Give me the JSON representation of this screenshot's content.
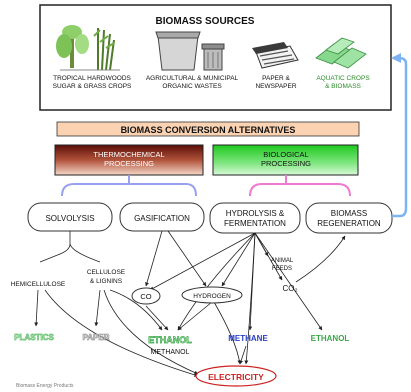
{
  "sources": {
    "title": "BIOMASS SOURCES",
    "items": [
      {
        "line1": "TROPICAL HARDWOODS",
        "line2": "SUGAR & GRASS CROPS"
      },
      {
        "line1": "AGRICULTURAL & MUNICIPAL",
        "line2": "ORGANIC WASTES"
      },
      {
        "line1": "PAPER &",
        "line2": "NEWSPAPER"
      },
      {
        "line1": "AQUATIC CROPS",
        "line2": "& BIOMASS"
      }
    ]
  },
  "conversion_title": "BIOMASS CONVERSION ALTERNATIVES",
  "thermo": {
    "line1": "THERMOCHEMICAL",
    "line2": "PROCESSING"
  },
  "bio": {
    "line1": "BIOLOGICAL",
    "line2": "PROCESSING"
  },
  "processes": {
    "solvolysis": "SOLVOLYSIS",
    "gasification": "GASIFICATION",
    "hydrolysis_line1": "HYDROLYSIS &",
    "hydrolysis_line2": "FERMENTATION",
    "regen_line1": "BIOMASS",
    "regen_line2": "REGENERATION"
  },
  "intermediates": {
    "hemicellulose": "HEMICELLULOSE",
    "cellulose_line1": "CELLULOSE",
    "cellulose_line2": "& LIGNINS",
    "co": "CO",
    "hydrogen": "HYDROGEN",
    "animal_line1": "ANIMAL",
    "animal_line2": "FEEDS",
    "co2": "CO₂"
  },
  "products": {
    "plastics": "PLASTICS",
    "paper": "PAPER",
    "ethanol_left": "ETHANOL",
    "methanol": "METHANOL",
    "methane": "METHANE",
    "ethanol_right": "ETHANOL",
    "electricity": "ELECTRICITY"
  },
  "footer": "Biomass Energy Products",
  "colors": {
    "product_green": "#5fbf6a",
    "methane_blue": "#2a3fc4",
    "thermo_dark": "#6e1a0e",
    "bio_green": "#2fd12f",
    "purple_line": "#9aa0f0",
    "pink_line": "#f07ad0",
    "feedback_arrow": "#7db3f2",
    "title_bar": "#fbd3b3"
  }
}
